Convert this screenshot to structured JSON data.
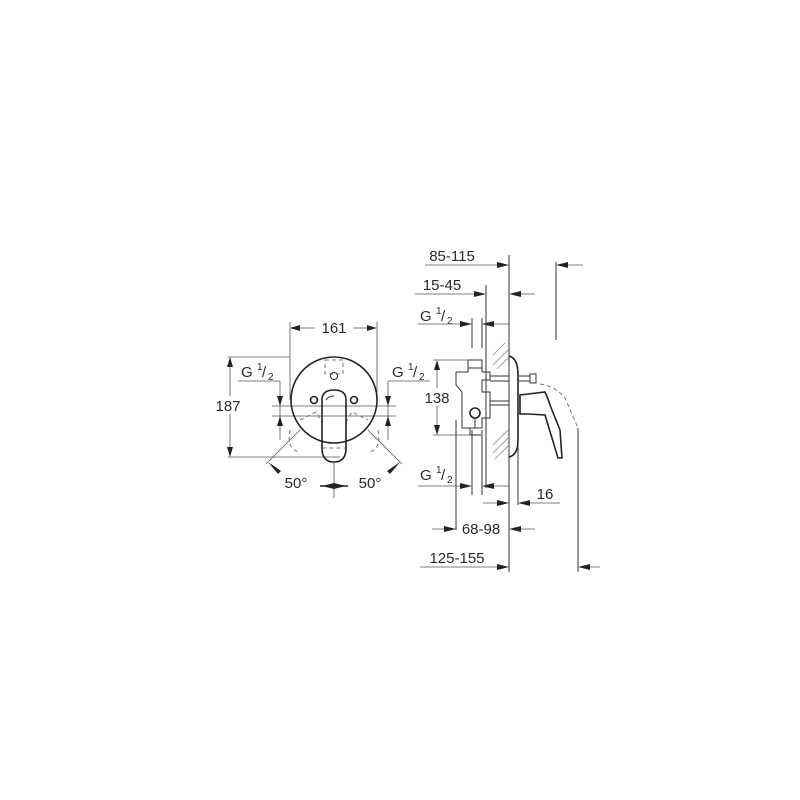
{
  "front_view": {
    "width_dim": "161",
    "height_dim": "187",
    "left_thread": {
      "g": "G",
      "num": "1",
      "den": "2"
    },
    "right_thread": {
      "g": "G",
      "num": "1",
      "den": "2"
    },
    "left_angle": "50°",
    "right_angle": "50°"
  },
  "side_view": {
    "dim_top": "85-115",
    "dim_second": "15-45",
    "top_thread": {
      "g": "G",
      "num": "1",
      "den": "2"
    },
    "height_dim": "138",
    "bottom_thread": {
      "g": "G",
      "num": "1",
      "den": "2"
    },
    "plate_dim": "16",
    "dim_mid": "68-98",
    "dim_bottom": "125-155"
  },
  "colors": {
    "line": "#333333",
    "background": "#ffffff"
  }
}
